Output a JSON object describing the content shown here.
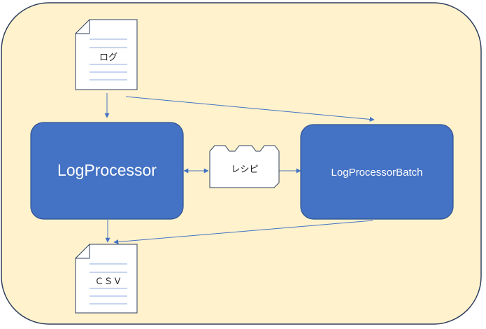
{
  "diagram": {
    "nodes": {
      "log": {
        "label": "ログ"
      },
      "log_processor": {
        "label": "LogProcessor"
      },
      "recipe": {
        "label": "レシピ"
      },
      "log_processor_batch": {
        "label": "LogProcessorBatch"
      },
      "csv": {
        "label": "ＣＳＶ"
      }
    },
    "colors": {
      "container_fill": "#FFF2CC",
      "container_stroke": "#2F3F5F",
      "process_fill": "#4472C4",
      "process_stroke": "#2F528F",
      "arrow": "#4472C4",
      "doc_lines": "#8FAADC"
    }
  }
}
